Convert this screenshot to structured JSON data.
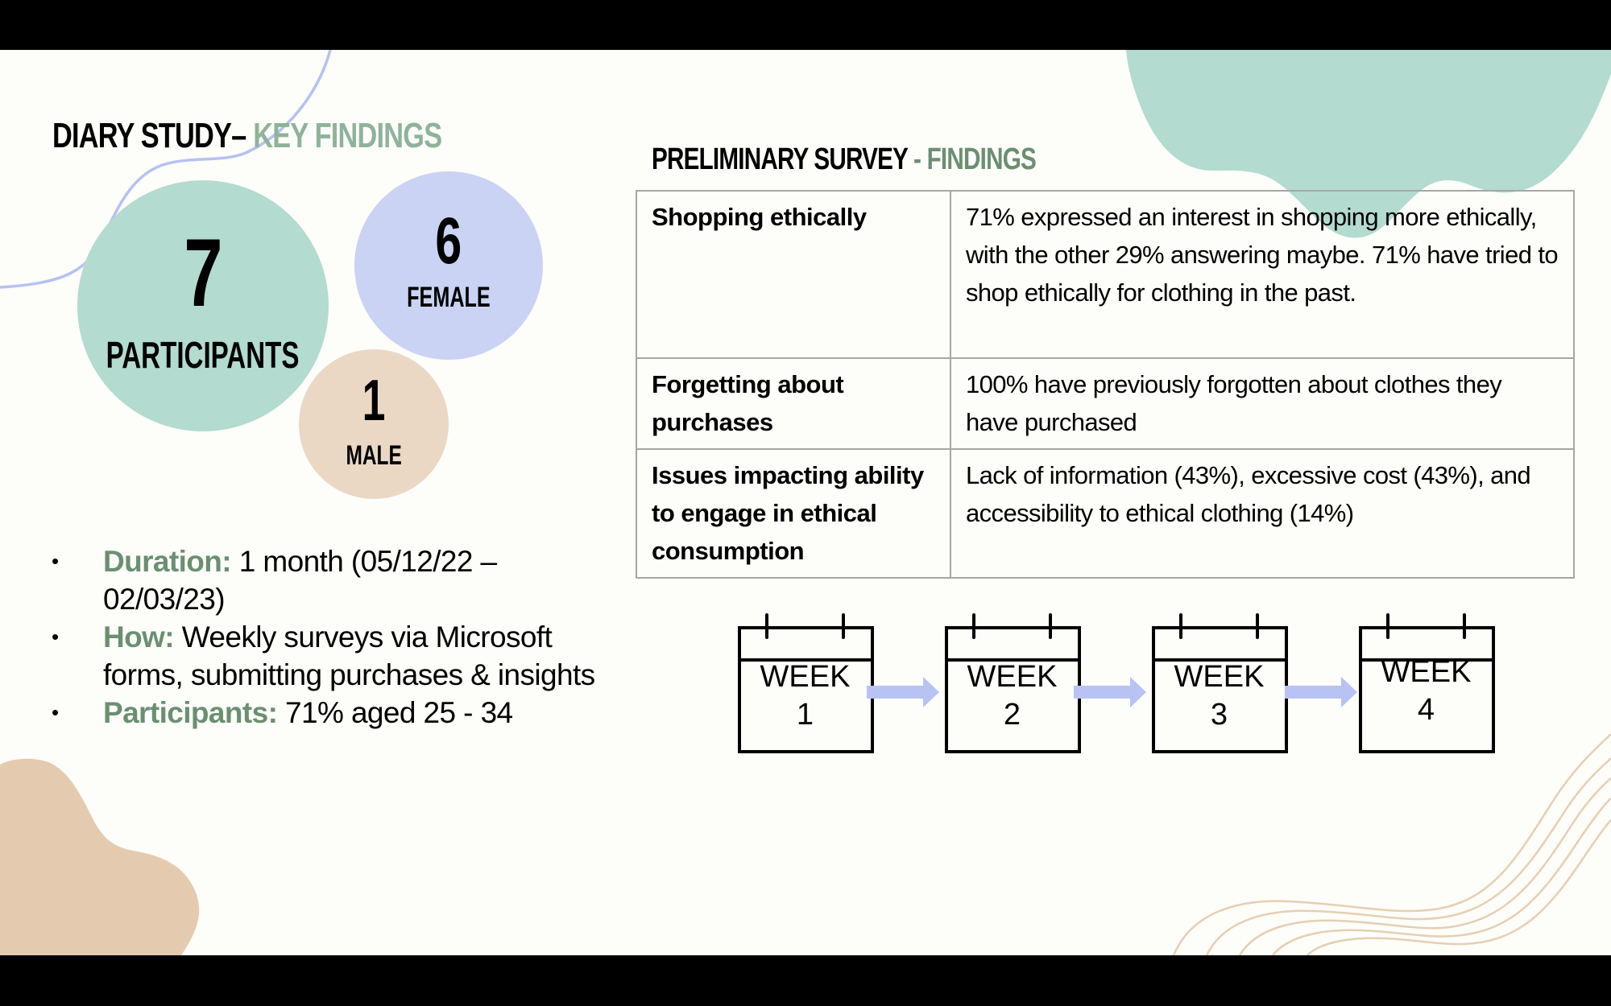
{
  "slide": {
    "left_title": {
      "dark": "DIARY STUDY–",
      "green": "KEY FINDINGS"
    },
    "stats": [
      {
        "value": "7",
        "label": "PARTICIPANTS",
        "color": "#b3dbcf"
      },
      {
        "value": "6",
        "label": "FEMALE",
        "color": "#cad3f3"
      },
      {
        "value": "1",
        "label": "MALE",
        "color": "#ead8c5"
      }
    ],
    "bullets": [
      {
        "key": "Duration:",
        "text": "1 month (05/12/22 – 02/03/23)"
      },
      {
        "key": "How:",
        "text": "Weekly surveys via Microsoft forms, submitting purchases & insights"
      },
      {
        "key": "Participants:",
        "text": "71% aged 25 - 34"
      }
    ],
    "right_title": {
      "dark": "PRELIMINARY SURVEY",
      "green": "- FINDINGS"
    },
    "table": {
      "rows": [
        {
          "topic": "Shopping ethically",
          "finding": "71% expressed an interest in shopping more ethically, with the other 29% answering maybe. 71% have tried to shop ethically for clothing in the past."
        },
        {
          "topic": "Forgetting about purchases",
          "finding": "100% have previously forgotten about clothes they have purchased"
        },
        {
          "topic": "Issues impacting ability to engage in ethical consumption",
          "finding": "Lack of information (43%), excessive cost (43%), and accessibility to ethical clothing (14%)"
        }
      ]
    },
    "timeline": [
      {
        "label": "WEEK",
        "number": "1"
      },
      {
        "label": "WEEK",
        "number": "2"
      },
      {
        "label": "WEEK",
        "number": "3"
      },
      {
        "label": "WEEK",
        "number": "4"
      }
    ],
    "colors": {
      "accent_green": "#6b8f71",
      "title_green": "#8fb39a",
      "mint": "#b3dbcf",
      "lavender": "#cad3f3",
      "beige": "#e4cbb0",
      "arrow": "#b8c3f3",
      "line_lavender": "#b7c1f1",
      "line_beige": "#e6cfb2"
    }
  }
}
